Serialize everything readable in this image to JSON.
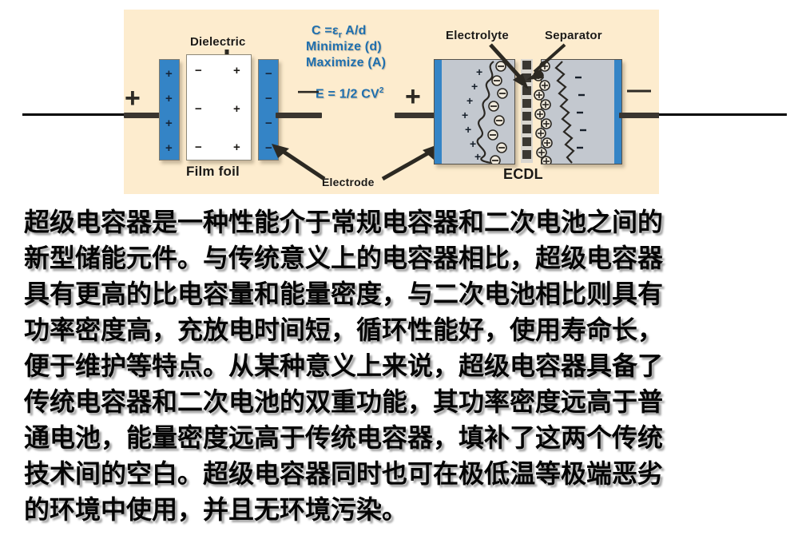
{
  "figure": {
    "background_color": "#fdecce",
    "accent_blue": "#3484c6",
    "formula_blue": "#1f6fae",
    "labels": {
      "dielectric": "Dielectric",
      "film_foil": "Film foil",
      "electrode": "Electrode",
      "electrolyte": "Electrolyte",
      "separator": "Separator",
      "ecdl": "ECDL"
    },
    "formulas": {
      "capacitance": "C =",
      "capacitance_sub": "r",
      "capacitance_tail": " A/d",
      "capacitance_eps": "ε",
      "minimize": "Minimize (d)",
      "maximize": "Maximize (A)",
      "energy": "E = 1/2 CV",
      "energy_sup": "2"
    },
    "terminals": {
      "left_plus": "+",
      "left_cap_minus": "—",
      "right_cap_plus": "+",
      "right_minus": "—"
    },
    "charges": {
      "positive": "+",
      "negative": "−"
    }
  },
  "paragraph": {
    "lines": [
      "超级电容器是一种性能介于常规电容器和二次电池之间的",
      "新型储能元件。与传统意义上的电容器相比，超级电容器",
      "具有更高的比电容量和能量密度，与二次电池相比则具有",
      "功率密度高，充放电时间短，循环性能好，使用寿命长，",
      "便于维护等特点。从某种意义上来说，超级电容器具备了",
      "传统电容器和二次电池的双重功能，其功率密度远高于普",
      "通电池，能量密度远高于传统电容器，填补了这两个传统",
      "技术间的空白。超级电容器同时也可在极低温等极端恶劣",
      "的环境中使用，并且无环境污染。"
    ]
  }
}
